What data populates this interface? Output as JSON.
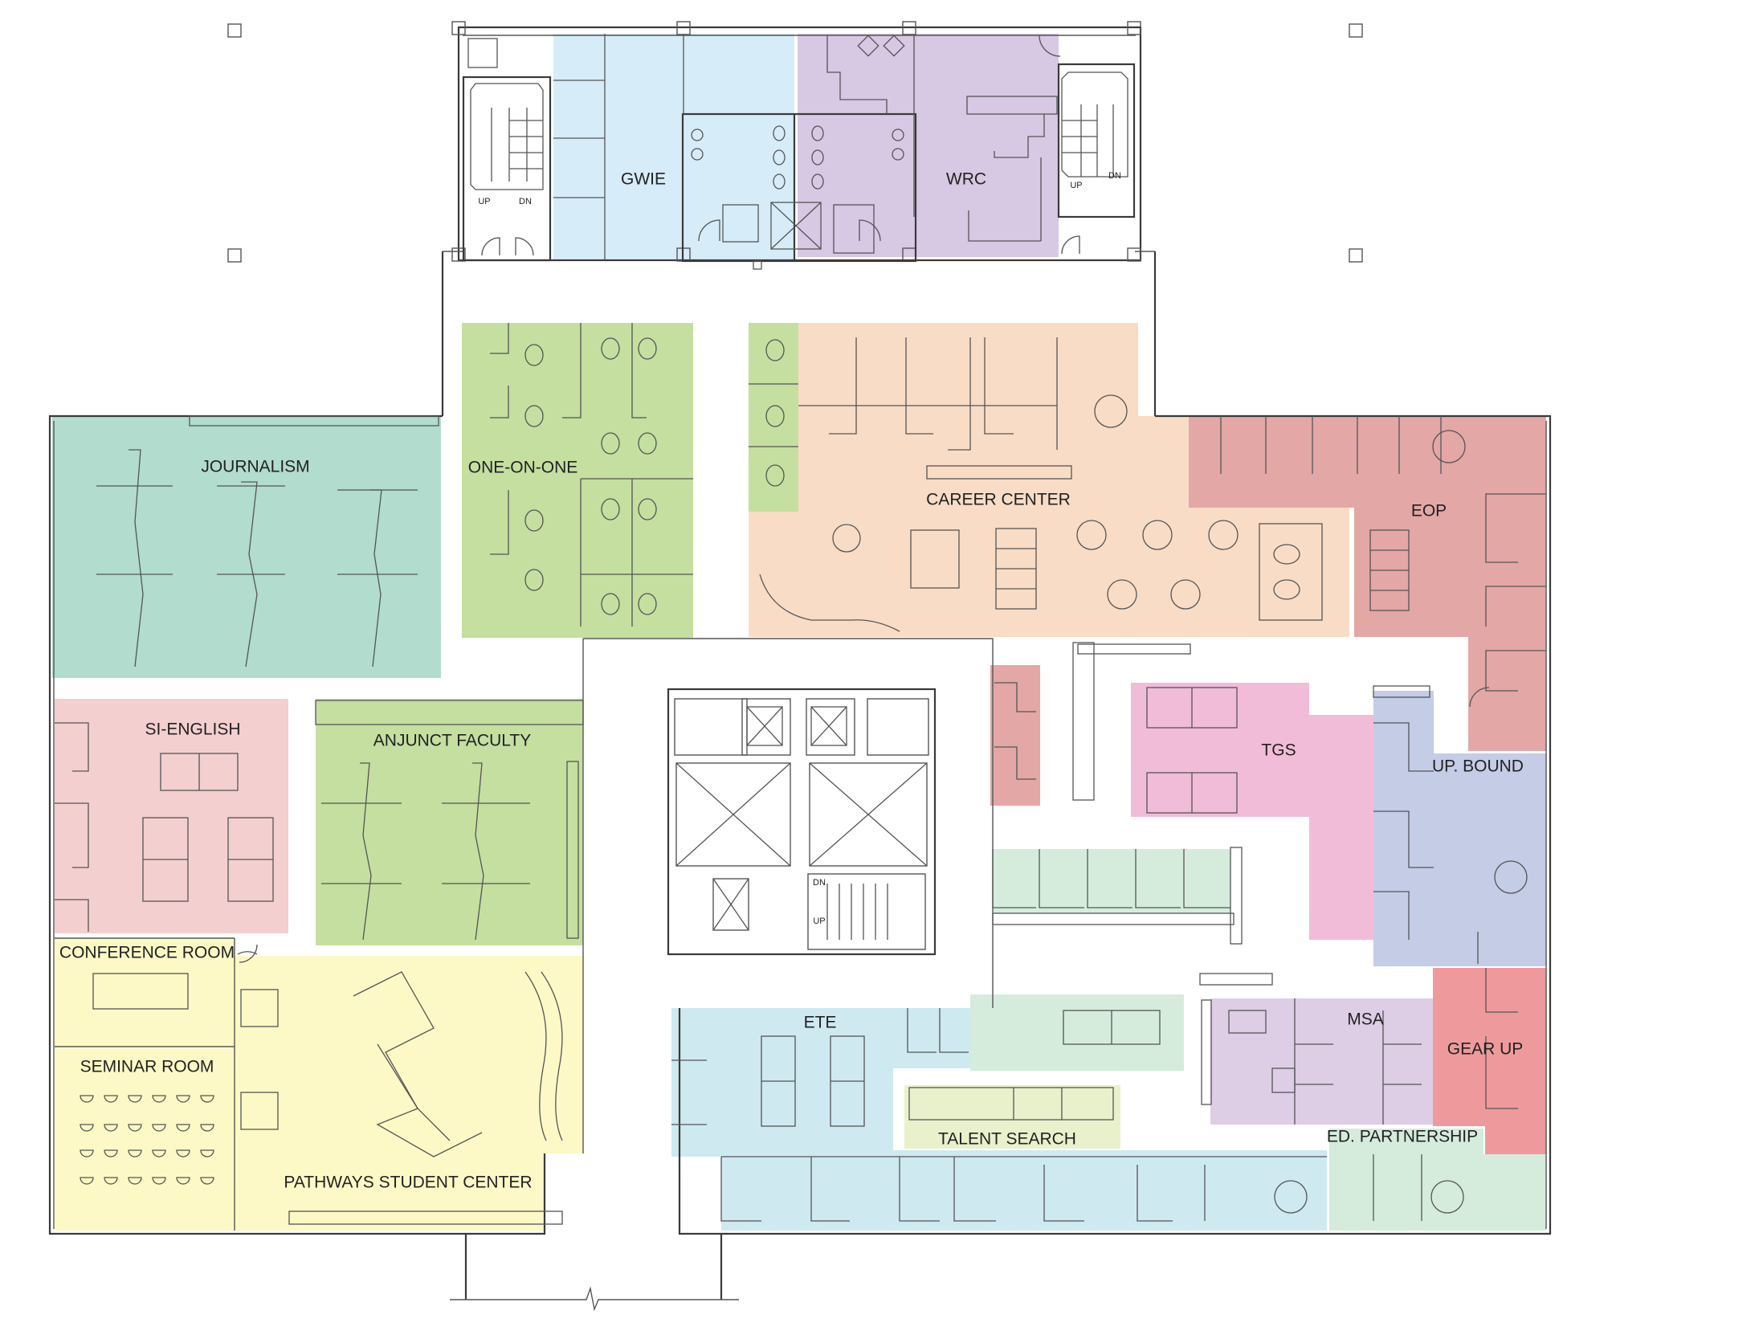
{
  "rooms": {
    "gwie": "GWIE",
    "wrc": "WRC",
    "one_on_one": "ONE-ON-ONE",
    "career_center": "CAREER CENTER",
    "journalism": "JOURNALISM",
    "eop": "EOP",
    "si_english": "SI-ENGLISH",
    "anjunct_faculty": "ANJUNCT FACULTY",
    "tgs": "TGS",
    "up_bound": "UP. BOUND",
    "conference_room": "CONFERENCE ROOM",
    "seminar_room": "SEMINAR ROOM",
    "pathways": "PATHWAYS STUDENT CENTER",
    "ete": "ETE",
    "msa": "MSA",
    "gear_up": "GEAR UP",
    "talent_search": "TALENT SEARCH",
    "ed_partnership": "ED. PARTNERSHIP"
  },
  "stairs": {
    "up": "UP",
    "dn": "DN"
  },
  "colors": {
    "light_blue": "#d6ecf8",
    "lavender": "#d7c8e3",
    "green": "#c4dfa0",
    "peach": "#f8dcc6",
    "teal": "#b2dccd",
    "red": "#e3a7a6",
    "pink": "#f3cfd0",
    "magenta": "#f1bcd8",
    "periwinkle": "#c4cce6",
    "yellow": "#fcf9c6",
    "aqua": "#cfe9f1",
    "mint": "#d5ecdd",
    "pale_green": "#e9f1cc",
    "lilac": "#ddcde5",
    "coral": "#ee9a9c"
  }
}
